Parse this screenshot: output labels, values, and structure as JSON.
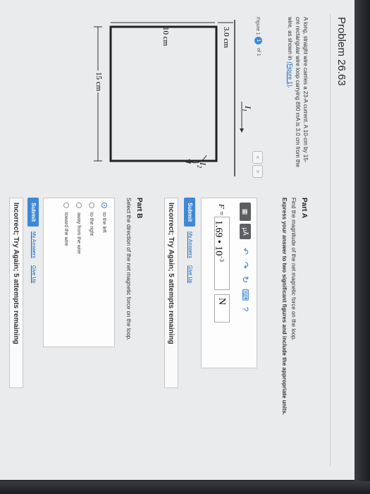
{
  "problem": {
    "title": "Problem 26.63",
    "text": "A long, straight wire carries a 23-A current. A 10-cm by 15-cm rectangular wire loop carrying 890 mA is 3.0 cm from the wire, as shown in",
    "figure_link": "(Figure 1)",
    "text_end": "."
  },
  "figure": {
    "label": "Figure 1",
    "index": "1",
    "of": "of 1",
    "prev": "<",
    "next": ">",
    "i1": "I",
    "i1_sub": "1",
    "i2": "I",
    "i2_sub": "2",
    "dim_gap": "3.0 cm",
    "dim_height": "10 cm",
    "dim_width": "15 cm"
  },
  "partA": {
    "title": "Part A",
    "desc": "Find the magnitude of the net magnetic force on the loop.",
    "instructions": "Express your answer to two significant figures and include the appropriate units.",
    "toolbar": {
      "templates": "▦",
      "units": "μÅ",
      "undo": "↶",
      "redo": "↷",
      "reset": "↻",
      "keyboard": "⌨",
      "help": "?"
    },
    "var_label": "F =",
    "answer_value": "1.69 • 10",
    "answer_exp": "−3",
    "answer_unit": "N",
    "submit": "Submit",
    "my_answers": "My Answers",
    "give_up": "Give Up",
    "feedback": "Incorrect; Try Again; 5 attempts remaining"
  },
  "partB": {
    "title": "Part B",
    "desc": "Select the direction of the net magnetic force on the loop.",
    "options": [
      "to the left",
      "to the right",
      "away from the wire",
      "toward the wire"
    ],
    "selected": "to the left",
    "submit": "Submit",
    "my_answers": "My Answers",
    "give_up": "Give Up",
    "feedback": "Incorrect; Try Again; 5 attempts remaining"
  },
  "colors": {
    "accent": "#3f88d6",
    "link": "#1565c0",
    "page_bg": "#e9ebec"
  }
}
